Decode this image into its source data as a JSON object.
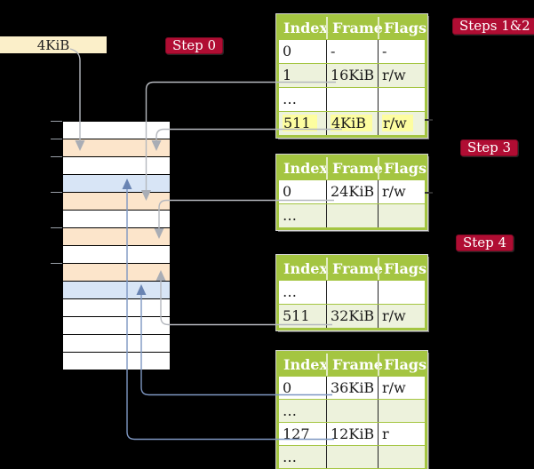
{
  "frame_box": {
    "label": "4KiB"
  },
  "step_badges": [
    {
      "label": "Step 0"
    },
    {
      "label": "Steps 1&2"
    },
    {
      "label": "Step 3"
    },
    {
      "label": "Step 4"
    }
  ],
  "tables": [
    {
      "name": "page-table-steps-1-2",
      "headers": [
        "Index",
        "Frame",
        "Flags"
      ],
      "rows": [
        {
          "cells": [
            "0",
            "-",
            "-"
          ],
          "highlight": false
        },
        {
          "cells": [
            "1",
            "16KiB",
            "r/w"
          ],
          "highlight": false
        },
        {
          "cells": [
            "…",
            "",
            ""
          ],
          "highlight": false
        },
        {
          "cells": [
            "511",
            "4KiB",
            "r/w"
          ],
          "highlight": true
        }
      ]
    },
    {
      "name": "page-table-step-3",
      "headers": [
        "Index",
        "Frame",
        "Flags"
      ],
      "rows": [
        {
          "cells": [
            "0",
            "24KiB",
            "r/w"
          ],
          "highlight": false
        },
        {
          "cells": [
            "…",
            "",
            ""
          ],
          "highlight": false
        }
      ]
    },
    {
      "name": "page-table-step-4-upper",
      "headers": [
        "Index",
        "Frame",
        "Flags"
      ],
      "rows": [
        {
          "cells": [
            "…",
            "",
            ""
          ],
          "highlight": false
        },
        {
          "cells": [
            "511",
            "32KiB",
            "r/w"
          ],
          "highlight": false
        }
      ]
    },
    {
      "name": "page-table-step-4-lower",
      "headers": [
        "Index",
        "Frame",
        "Flags"
      ],
      "rows": [
        {
          "cells": [
            "0",
            "36KiB",
            "r/w"
          ],
          "highlight": false
        },
        {
          "cells": [
            "…",
            "",
            ""
          ],
          "highlight": false
        },
        {
          "cells": [
            "127",
            "12KiB",
            "r"
          ],
          "highlight": false
        },
        {
          "cells": [
            "…",
            "",
            ""
          ],
          "highlight": false
        }
      ]
    }
  ],
  "memory_stack": {
    "rows": [
      "free",
      "page-table",
      "free",
      "mapped",
      "page-table",
      "free",
      "page-table",
      "free",
      "page-table",
      "mapped",
      "free",
      "free",
      "free",
      "free"
    ]
  },
  "connections": [
    {
      "from": "4KiB-frame-box",
      "to": "stack-row-2",
      "color": "gray",
      "direction": "down"
    },
    {
      "from": "table-steps-1-2-row-1",
      "to": "stack-row-5",
      "color": "gray",
      "direction": "down"
    },
    {
      "from": "table-steps-1-2-row-511",
      "to": "stack-row-2",
      "color": "gray",
      "direction": "down"
    },
    {
      "from": "table-step-3-row-0",
      "to": "stack-row-7",
      "color": "gray",
      "direction": "down"
    },
    {
      "from": "table-step-4-upper-row-511",
      "to": "stack-row-9",
      "color": "gray",
      "direction": "up"
    },
    {
      "from": "table-step-4-lower-row-0",
      "to": "stack-row-10",
      "color": "blue",
      "direction": "up"
    },
    {
      "from": "table-step-4-lower-row-127",
      "to": "stack-row-4",
      "color": "blue",
      "direction": "up"
    }
  ],
  "colors": {
    "background": "#000000",
    "table_header_green": "#a4c541",
    "table_row_alt_green": "#edf2dc",
    "page_table_frame_peach": "#fce5cb",
    "mapped_page_blue": "#d8e5f6",
    "highlight_yellow": "#fdfda0",
    "step_badge_crimson": "#b00d33",
    "frame_box_cream": "#fbefc9",
    "gray_arrow": "#b5b8be",
    "blue_arrow": "#7e97c2"
  }
}
